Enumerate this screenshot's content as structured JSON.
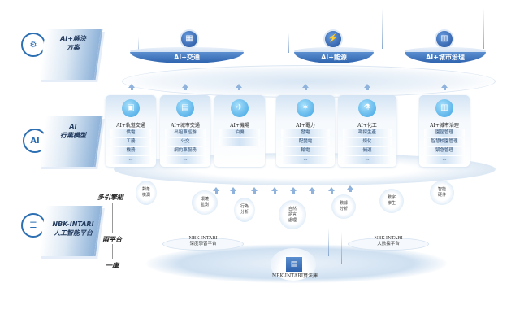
{
  "left_labels": {
    "solutions": "AI+解決\n方案",
    "industry_models": "AI\n行業模型",
    "platform_title": "NBK-INTARI",
    "platform_subtitle": "人工智能平台"
  },
  "solutions": [
    {
      "label": "AI+交通",
      "icon": "traffic-icon"
    },
    {
      "label": "AI+能源",
      "icon": "energy-icon"
    },
    {
      "label": "AI+城市治理",
      "icon": "city-governance-icon"
    }
  ],
  "industry_cards": [
    {
      "title": "AI+軌道交通",
      "items": [
        "供電",
        "工務",
        "機務",
        "..."
      ]
    },
    {
      "title": "AI+城市交通",
      "items": [
        "出租車巡游",
        "公交",
        "網約車服務",
        "..."
      ]
    },
    {
      "title": "AI+機場",
      "items": [
        "泊機",
        "..."
      ]
    },
    {
      "title": "AI+電力",
      "items": [
        "發電",
        "配變電",
        "輸電",
        "..."
      ]
    },
    {
      "title": "AI+化工",
      "items": [
        "勘探生產",
        "煉化",
        "儲運",
        "..."
      ]
    },
    {
      "title": "AI+城市治理",
      "items": [
        "園區管理",
        "智慧校園管理",
        "緊急管理",
        "..."
      ]
    }
  ],
  "platform_labels": {
    "engines": "多引擎組",
    "platforms": "兩平台",
    "library": "一庫"
  },
  "engines": [
    "對象\n檢測",
    "環境\n監測",
    "行為\n分析",
    "自然\n語言\n處理",
    "數據\n分析",
    "數字\n孿生",
    "智能\n硬件"
  ],
  "platforms": [
    {
      "name": "NBK-INTARI",
      "sub": "深度學習平台"
    },
    {
      "name": "NBK-INTARI",
      "sub": "大數據平台"
    }
  ],
  "library": "NBK-INTARI算法庫"
}
